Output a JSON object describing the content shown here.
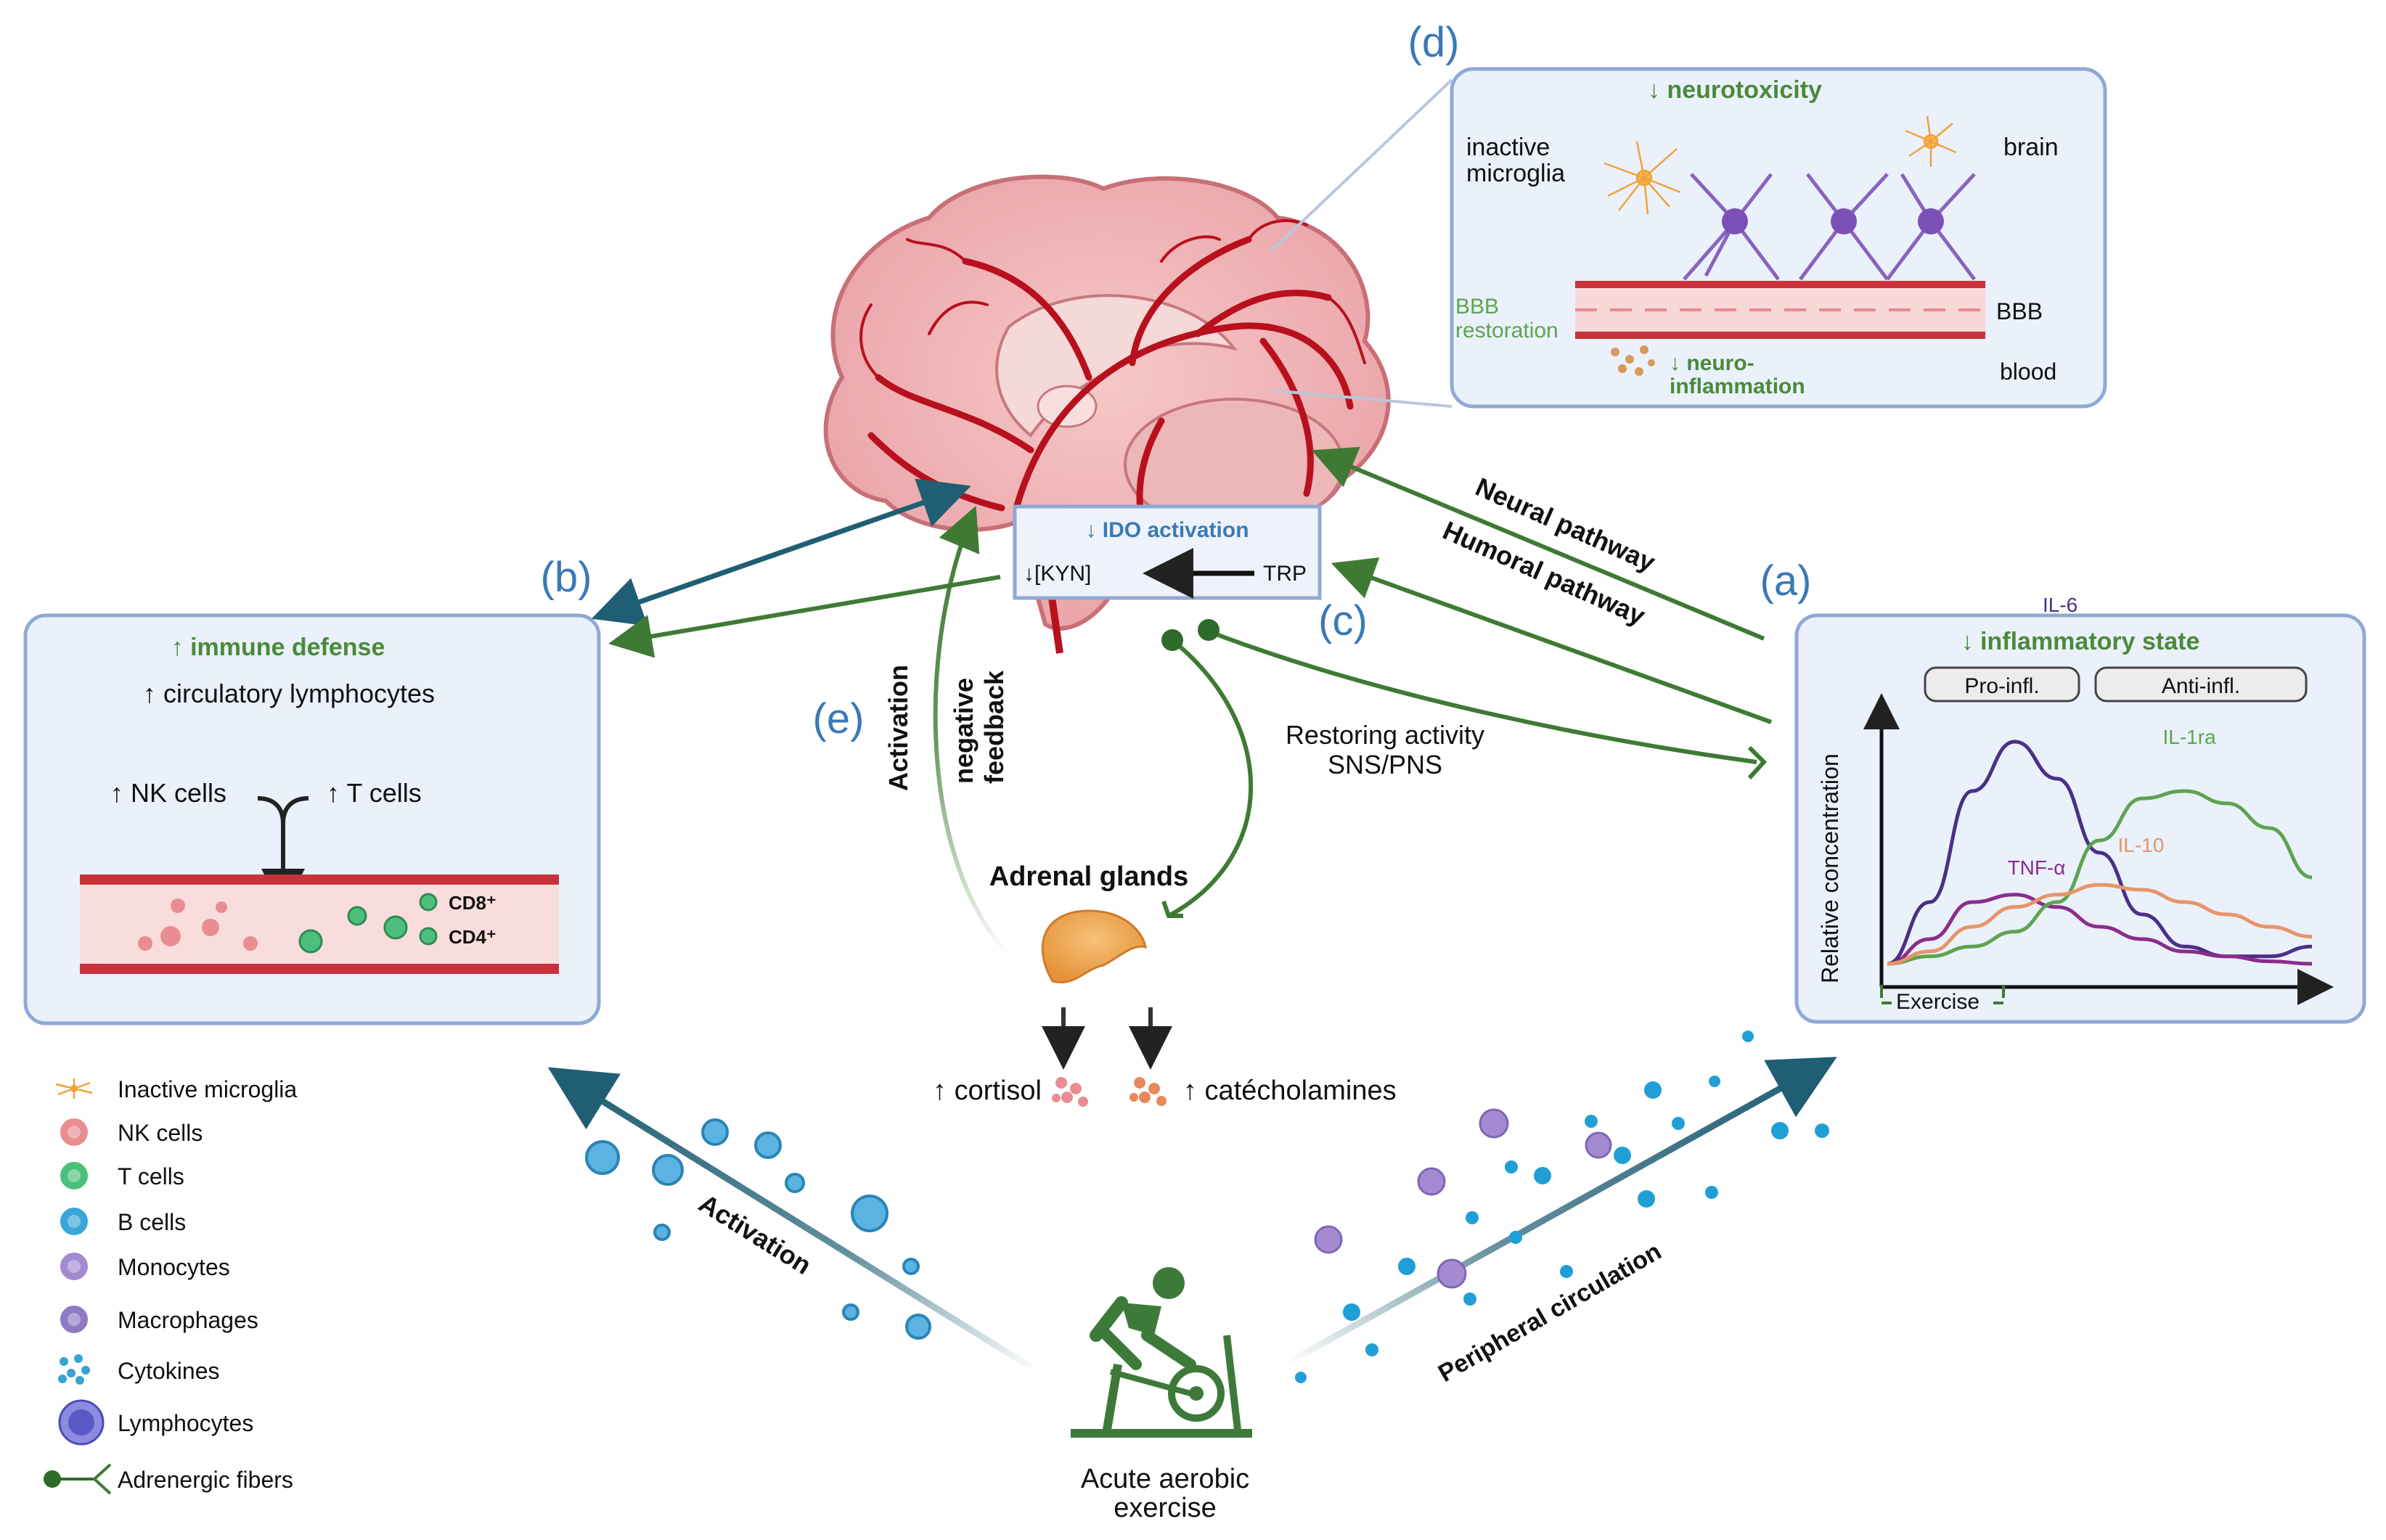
{
  "labels": {
    "a": "(a)",
    "b": "(b)",
    "c": "(c)",
    "d": "(d)",
    "e": "(e)"
  },
  "panel_d": {
    "title": "↓ neurotoxicity",
    "inactive_microglia": [
      "inactive",
      "microglia"
    ],
    "brain": "brain",
    "bbb": "BBB",
    "bbb_restoration": [
      "BBB",
      "restoration"
    ],
    "neuroinflammation": [
      "↓ neuro-",
      "inflammation"
    ],
    "blood": "blood"
  },
  "ido_box": {
    "title": "↓ IDO activation",
    "kyn": "↓[KYN]",
    "trp": "TRP"
  },
  "panel_b": {
    "title": "↑ immune defense",
    "circulatory": "↑ circulatory lymphocytes",
    "nk": "↑ NK cells",
    "t": "↑ T cells",
    "cd8": "CD8⁺",
    "cd4": "CD4⁺"
  },
  "panel_a": {
    "title": "↓ inflammatory state",
    "pro": "Pro-infl.",
    "anti": "Anti-infl.",
    "ylabel": "Relative concentration",
    "xlabel": "Exercise"
  },
  "pathways": {
    "neural": "Neural pathway",
    "humoral": "Humoral pathway",
    "restoring": [
      "Restoring activity",
      "SNS/PNS"
    ],
    "activation_vertical": "Activation",
    "negative_feedback": [
      "negative",
      "feedback"
    ],
    "adrenal": "Adrenal glands",
    "cortisol": "↑ cortisol",
    "catecholamines": "↑ catécholamines",
    "activation_diag": "Activation",
    "peripheral": "Peripheral circulation",
    "exercise": [
      "Acute aerobic",
      "exercise"
    ]
  },
  "legend": [
    {
      "label": "Inactive microglia",
      "icon": "microglia-icon",
      "color": "#f0a23a"
    },
    {
      "label": "NK cells",
      "icon": "nk-cell-icon",
      "color": "#e98d92"
    },
    {
      "label": "T cells",
      "icon": "t-cell-icon",
      "color": "#4cc07a"
    },
    {
      "label": "B cells",
      "icon": "b-cell-icon",
      "color": "#39a7d8"
    },
    {
      "label": "Monocytes",
      "icon": "monocyte-icon",
      "color": "#a48ad1"
    },
    {
      "label": "Macrophages",
      "icon": "macrophage-icon",
      "color": "#8f7ac4"
    },
    {
      "label": "Cytokines",
      "icon": "cytokines-icon",
      "color": "#36a3d2"
    },
    {
      "label": "Lymphocytes",
      "icon": "lymphocyte-icon",
      "color": "#5a58c4"
    },
    {
      "label": "Adrenergic fibers",
      "icon": "adrenergic-fiber-icon",
      "color": "#2e6b2a"
    }
  ],
  "chart_data": {
    "type": "line",
    "title": "↓ inflammatory state",
    "xlabel": "Exercise",
    "ylabel": "Relative concentration",
    "x": [
      0,
      1,
      2,
      3,
      4,
      5,
      6,
      7,
      8,
      9,
      10
    ],
    "series": [
      {
        "name": "IL-6",
        "color": "#4b2f86",
        "values": [
          0.05,
          0.3,
          0.75,
          0.95,
          0.8,
          0.5,
          0.25,
          0.12,
          0.08,
          0.08,
          0.12
        ]
      },
      {
        "name": "TNF-α",
        "color": "#8b2d8b",
        "values": [
          0.05,
          0.15,
          0.3,
          0.33,
          0.28,
          0.2,
          0.15,
          0.1,
          0.08,
          0.06,
          0.05
        ]
      },
      {
        "name": "IL-1ra",
        "color": "#5ea450",
        "values": [
          0.05,
          0.08,
          0.12,
          0.18,
          0.3,
          0.55,
          0.72,
          0.75,
          0.7,
          0.6,
          0.4
        ]
      },
      {
        "name": "IL-10",
        "color": "#e6956a",
        "values": [
          0.05,
          0.1,
          0.2,
          0.28,
          0.33,
          0.37,
          0.35,
          0.3,
          0.25,
          0.2,
          0.16
        ]
      }
    ],
    "grid": false
  },
  "colors": {
    "green_arrow": "#3f7a35",
    "teal_arrow": "#1f5e73",
    "panel_border": "#8faad3",
    "panel_fill": "#eaf1fb",
    "label_blue": "#3a79b7"
  }
}
